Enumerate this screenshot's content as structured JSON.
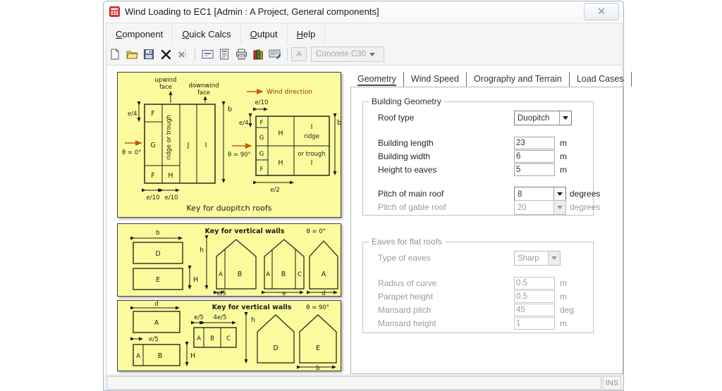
{
  "window": {
    "title": "Wind Loading to EC1 [Admin : A Project, General components]",
    "close_glyph": "✕"
  },
  "menu": {
    "items": [
      {
        "first": "C",
        "rest": "omponent"
      },
      {
        "first": "Q",
        "rest": "uick Calcs"
      },
      {
        "first": "O",
        "rest": "utput"
      },
      {
        "first": "H",
        "rest": "elp"
      }
    ]
  },
  "toolbar": {
    "combo_value": "Concrete C30",
    "font_glyph": "A",
    "icons": [
      "new-document",
      "open-folder",
      "save",
      "delete",
      "delete-axes",
      "details",
      "report",
      "print",
      "library",
      "screen-pen",
      "font"
    ]
  },
  "tabs": [
    {
      "label": "Geometry"
    },
    {
      "label": "Wind Speed"
    },
    {
      "label": "Orography and Terrain"
    },
    {
      "label": "Load Cases"
    }
  ],
  "building_geometry": {
    "title": "Building Geometry",
    "roof_type": {
      "label": "Roof type",
      "value": "Duopitch"
    },
    "rows": [
      {
        "label": "Building length",
        "value": "23",
        "unit": "m"
      },
      {
        "label": "Building width",
        "value": "6",
        "unit": "m"
      },
      {
        "label": "Height to eaves",
        "value": "5",
        "unit": "m"
      }
    ],
    "pitch_main": {
      "label": "Pitch of main roof",
      "value": "8",
      "unit": "degrees"
    },
    "pitch_gable": {
      "label": "Pitch of gable roof",
      "value": "20",
      "unit": "degrees"
    }
  },
  "eaves": {
    "title": "Eaves for flat roofs",
    "type": {
      "label": "Type of eaves",
      "value": "Sharp"
    },
    "rows": [
      {
        "label": "Radius of curve",
        "value": "0.5",
        "unit": "m"
      },
      {
        "label": "Parapet height",
        "value": "0.5",
        "unit": "m"
      },
      {
        "label": "Mansard pitch",
        "value": "45",
        "unit": "deg"
      },
      {
        "label": "Mansard height",
        "value": "1",
        "unit": "m"
      }
    ]
  },
  "statusbar": {
    "ins": "INS"
  },
  "diagrams": {
    "duopitch": {
      "caption": "Key for duopitch roofs",
      "upwind1": "upwind",
      "upwind2": "face",
      "downwind1": "downwind",
      "downwind2": "face",
      "wind_direction": "Wind direction",
      "theta0": "θ = 0°",
      "theta90": "θ = 90°",
      "b": "b",
      "e4": "e/4",
      "e10": "e/10",
      "e2": "e/2",
      "F": "F",
      "G": "G",
      "H": "H",
      "I": "I",
      "J": "J",
      "ridge_vertical": "ridge or trough",
      "r_i1": "I",
      "r_ridge": "ridge",
      "r_trough": "or trough",
      "r_i2": "I"
    },
    "walls0": {
      "caption": "Key for vertical walls",
      "theta": "θ = 0°",
      "b": "b",
      "h": "h",
      "H": "H",
      "D": "D",
      "E": "E",
      "A": "A",
      "B": "B",
      "C": "C",
      "e5": "e/5",
      "e": "e",
      "d": "d"
    },
    "walls90": {
      "caption": "Key for vertical walls",
      "theta": "θ = 90°",
      "d": "d",
      "e5": "e/5",
      "e45": "4e/5",
      "A": "A",
      "B": "B",
      "C": "C",
      "H": "H",
      "h": "h",
      "D": "D",
      "E": "E",
      "b": "b"
    }
  }
}
